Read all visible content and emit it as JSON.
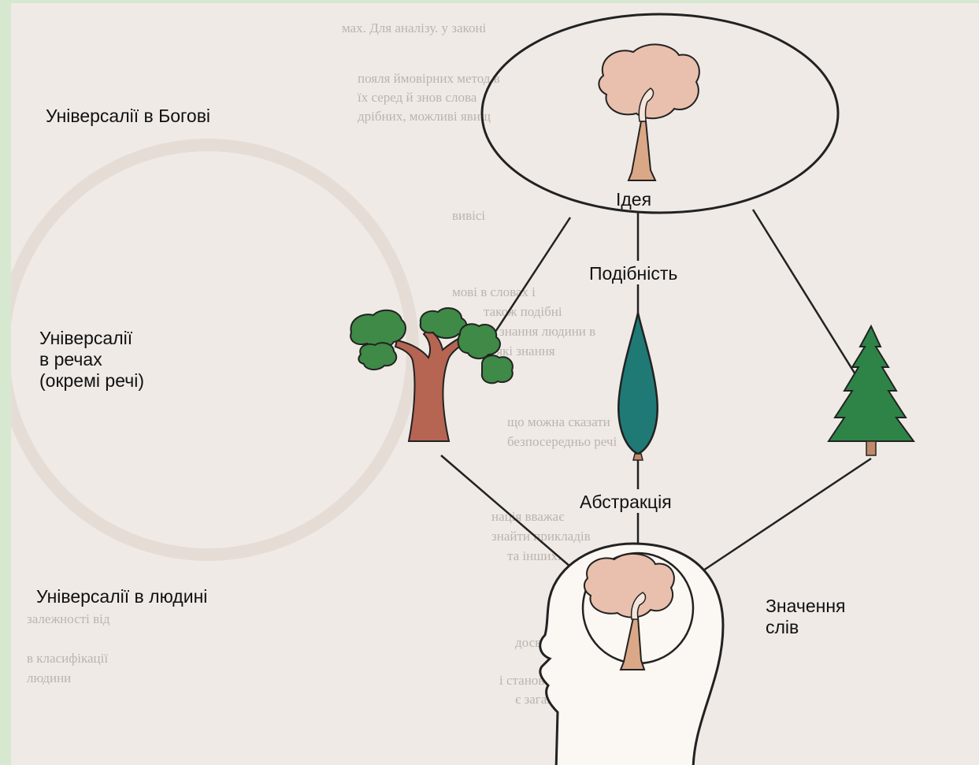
{
  "labels": {
    "universals_god": "Універсалії в Богові",
    "universals_things_1": "Універсалії",
    "universals_things_2": "в речах",
    "universals_things_3": "(окремі речі)",
    "universals_human": "Універсалії в людині",
    "idea": "Ідея",
    "similarity": "Подібність",
    "abstraction": "Абстракція",
    "word_meaning_1": "Значення",
    "word_meaning_2": "слів"
  },
  "colors": {
    "page_frame": "#d6e8d0",
    "paper": "#efeae6",
    "crown_pink": "#e9c0ad",
    "trunk_tan": "#dba887",
    "baobab_green": "#3e8a46",
    "cypress_teal": "#1f7a76",
    "pine_green": "#2e8447",
    "line": "#222222"
  },
  "icons": [
    "idea-tree-icon",
    "baobab-icon",
    "cypress-icon",
    "pine-icon",
    "human-head-icon",
    "mental-tree-icon"
  ]
}
